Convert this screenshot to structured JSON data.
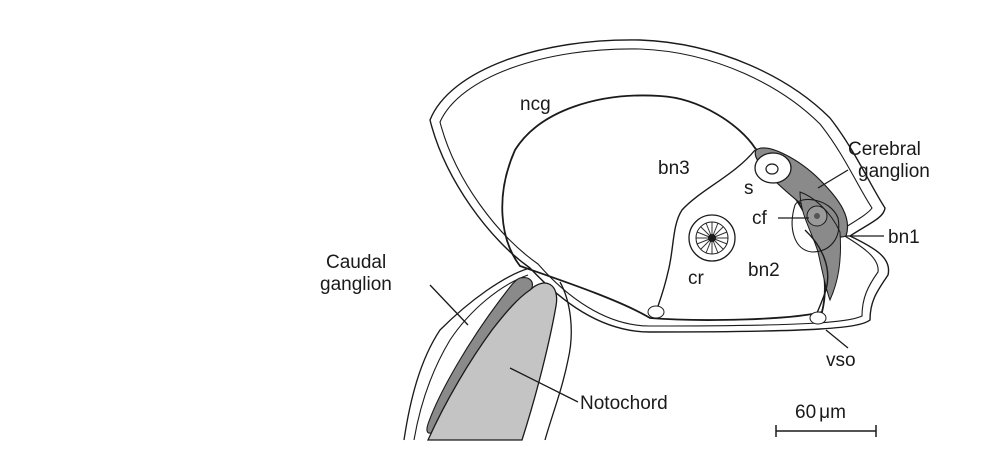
{
  "labels": {
    "ncg": "ncg",
    "bn3": "bn3",
    "s": "s",
    "cerebral_1": "Cerebral",
    "cerebral_2": "ganglion",
    "cf": "cf",
    "bn1": "bn1",
    "cr": "cr",
    "bn2": "bn2",
    "caudal_1": "Caudal",
    "caudal_2": "ganglion",
    "vso": "vso",
    "notochord": "Notochord"
  },
  "scale_bar": {
    "value": "60",
    "unit": "μm"
  },
  "colors": {
    "outline": "#1a1a1a",
    "ganglion_fill": "#8a8a8a",
    "notochord_fill": "#c4c4c4",
    "background": "#ffffff"
  }
}
